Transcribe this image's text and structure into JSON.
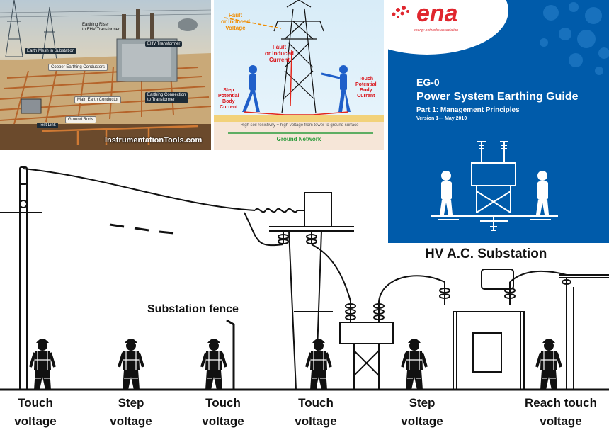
{
  "panel_substation": {
    "labels": {
      "earthing_riser": "Earthing Riser\nto EHV Transformer",
      "earth_mesh": "Earth Mesh in Substation",
      "ehv_transformer": "EHV Transformer",
      "copper_conductors": "Copper Earthing Conductors",
      "main_earth_conductor": "Main Earth Conductor",
      "earthing_connection": "Earthing Connection\nto Transformer",
      "ground_rods": "Ground Rods",
      "test_link": "Test Link"
    },
    "watermark": "InstrumentationTools.com"
  },
  "panel_tower": {
    "fault_voltage": "Fault\nor Induced\nVoltage",
    "fault_current": "Fault\nor Induced\nCurrent",
    "step_potential": "Step\nPotential\nBody\nCurrent",
    "touch_potential": "Touch\nPotential\nBody\nCurrent",
    "soil_note": "High soil resistivity = high voltage from tower to ground surface",
    "ground_network": "Ground Network"
  },
  "panel_ena": {
    "logo": "ena",
    "tagline": "energy networks association",
    "doc_number": "EG-0",
    "title": "Power System Earthing Guide",
    "part": "Part 1: Management Principles",
    "version": "Version 1— May 2010",
    "colors": {
      "background": "#005baa",
      "logo_red": "#e0262e"
    }
  },
  "main_diagram": {
    "substation_title": "HV A.C. Substation",
    "fence_label": "Substation fence",
    "voltage_labels": [
      "Touch\nvoltage",
      "Step\nvoltage",
      "Touch\nvoltage",
      "Touch\nvoltage",
      "Step\nvoltage",
      "Reach touch\nvoltage"
    ]
  }
}
